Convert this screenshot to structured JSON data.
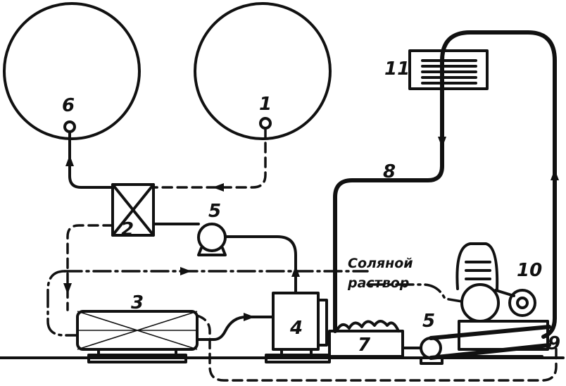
{
  "labels": {
    "n1": "1",
    "n2": "2",
    "n3": "3",
    "n4": "4",
    "n5a": "5",
    "n5b": "5",
    "n6": "6",
    "n7": "7",
    "n8": "8",
    "n9": "9",
    "n10": "10",
    "n11": "11"
  },
  "caption": {
    "line1": "Соляной",
    "line2": "раствор"
  }
}
